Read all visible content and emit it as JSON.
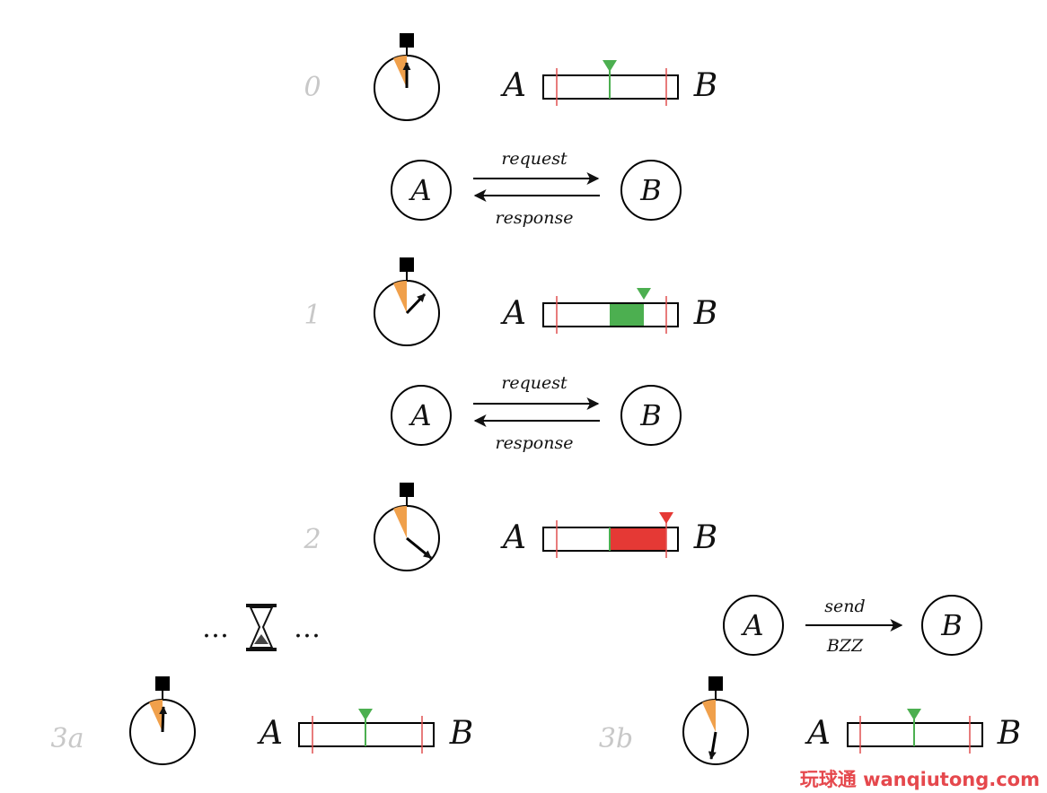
{
  "steps": [
    {
      "num": "0",
      "hand": "up",
      "window": "plain",
      "marker": "green",
      "endpoints": {
        "a": "A",
        "b": "B"
      }
    },
    {
      "num": "1",
      "hand": "upper-right",
      "window": "green-fill",
      "marker": "green",
      "endpoints": {
        "a": "A",
        "b": "B"
      }
    },
    {
      "num": "2",
      "hand": "lower-right",
      "window": "red-fill",
      "marker": "red",
      "endpoints": {
        "a": "A",
        "b": "B"
      }
    },
    {
      "num": "3a",
      "hand": "up",
      "window": "plain",
      "marker": "green",
      "endpoints": {
        "a": "A",
        "b": "B"
      }
    },
    {
      "num": "3b",
      "hand": "down",
      "window": "plain",
      "marker": "green",
      "endpoints": {
        "a": "A",
        "b": "B"
      }
    }
  ],
  "exchanges": [
    {
      "from": "A",
      "to": "B",
      "top_label": "request",
      "bottom_label": "response"
    },
    {
      "from": "A",
      "to": "B",
      "top_label": "request",
      "bottom_label": "response"
    }
  ],
  "send": {
    "from": "A",
    "to": "B",
    "top_label": "send",
    "bottom_label": "BZZ"
  },
  "wait": {
    "dots_left": "…",
    "dots_right": "…",
    "icon": "hourglass-icon"
  },
  "icons": {
    "timer": "stopwatch-icon",
    "window": "sliding-window-bar"
  },
  "colors": {
    "orange": "#f0a04b",
    "green": "#4caf50",
    "red": "#e53935",
    "limit_line": "#e05050",
    "step_gray": "#c8c8c8"
  },
  "watermark": "玩球通 wanqiutong.com"
}
